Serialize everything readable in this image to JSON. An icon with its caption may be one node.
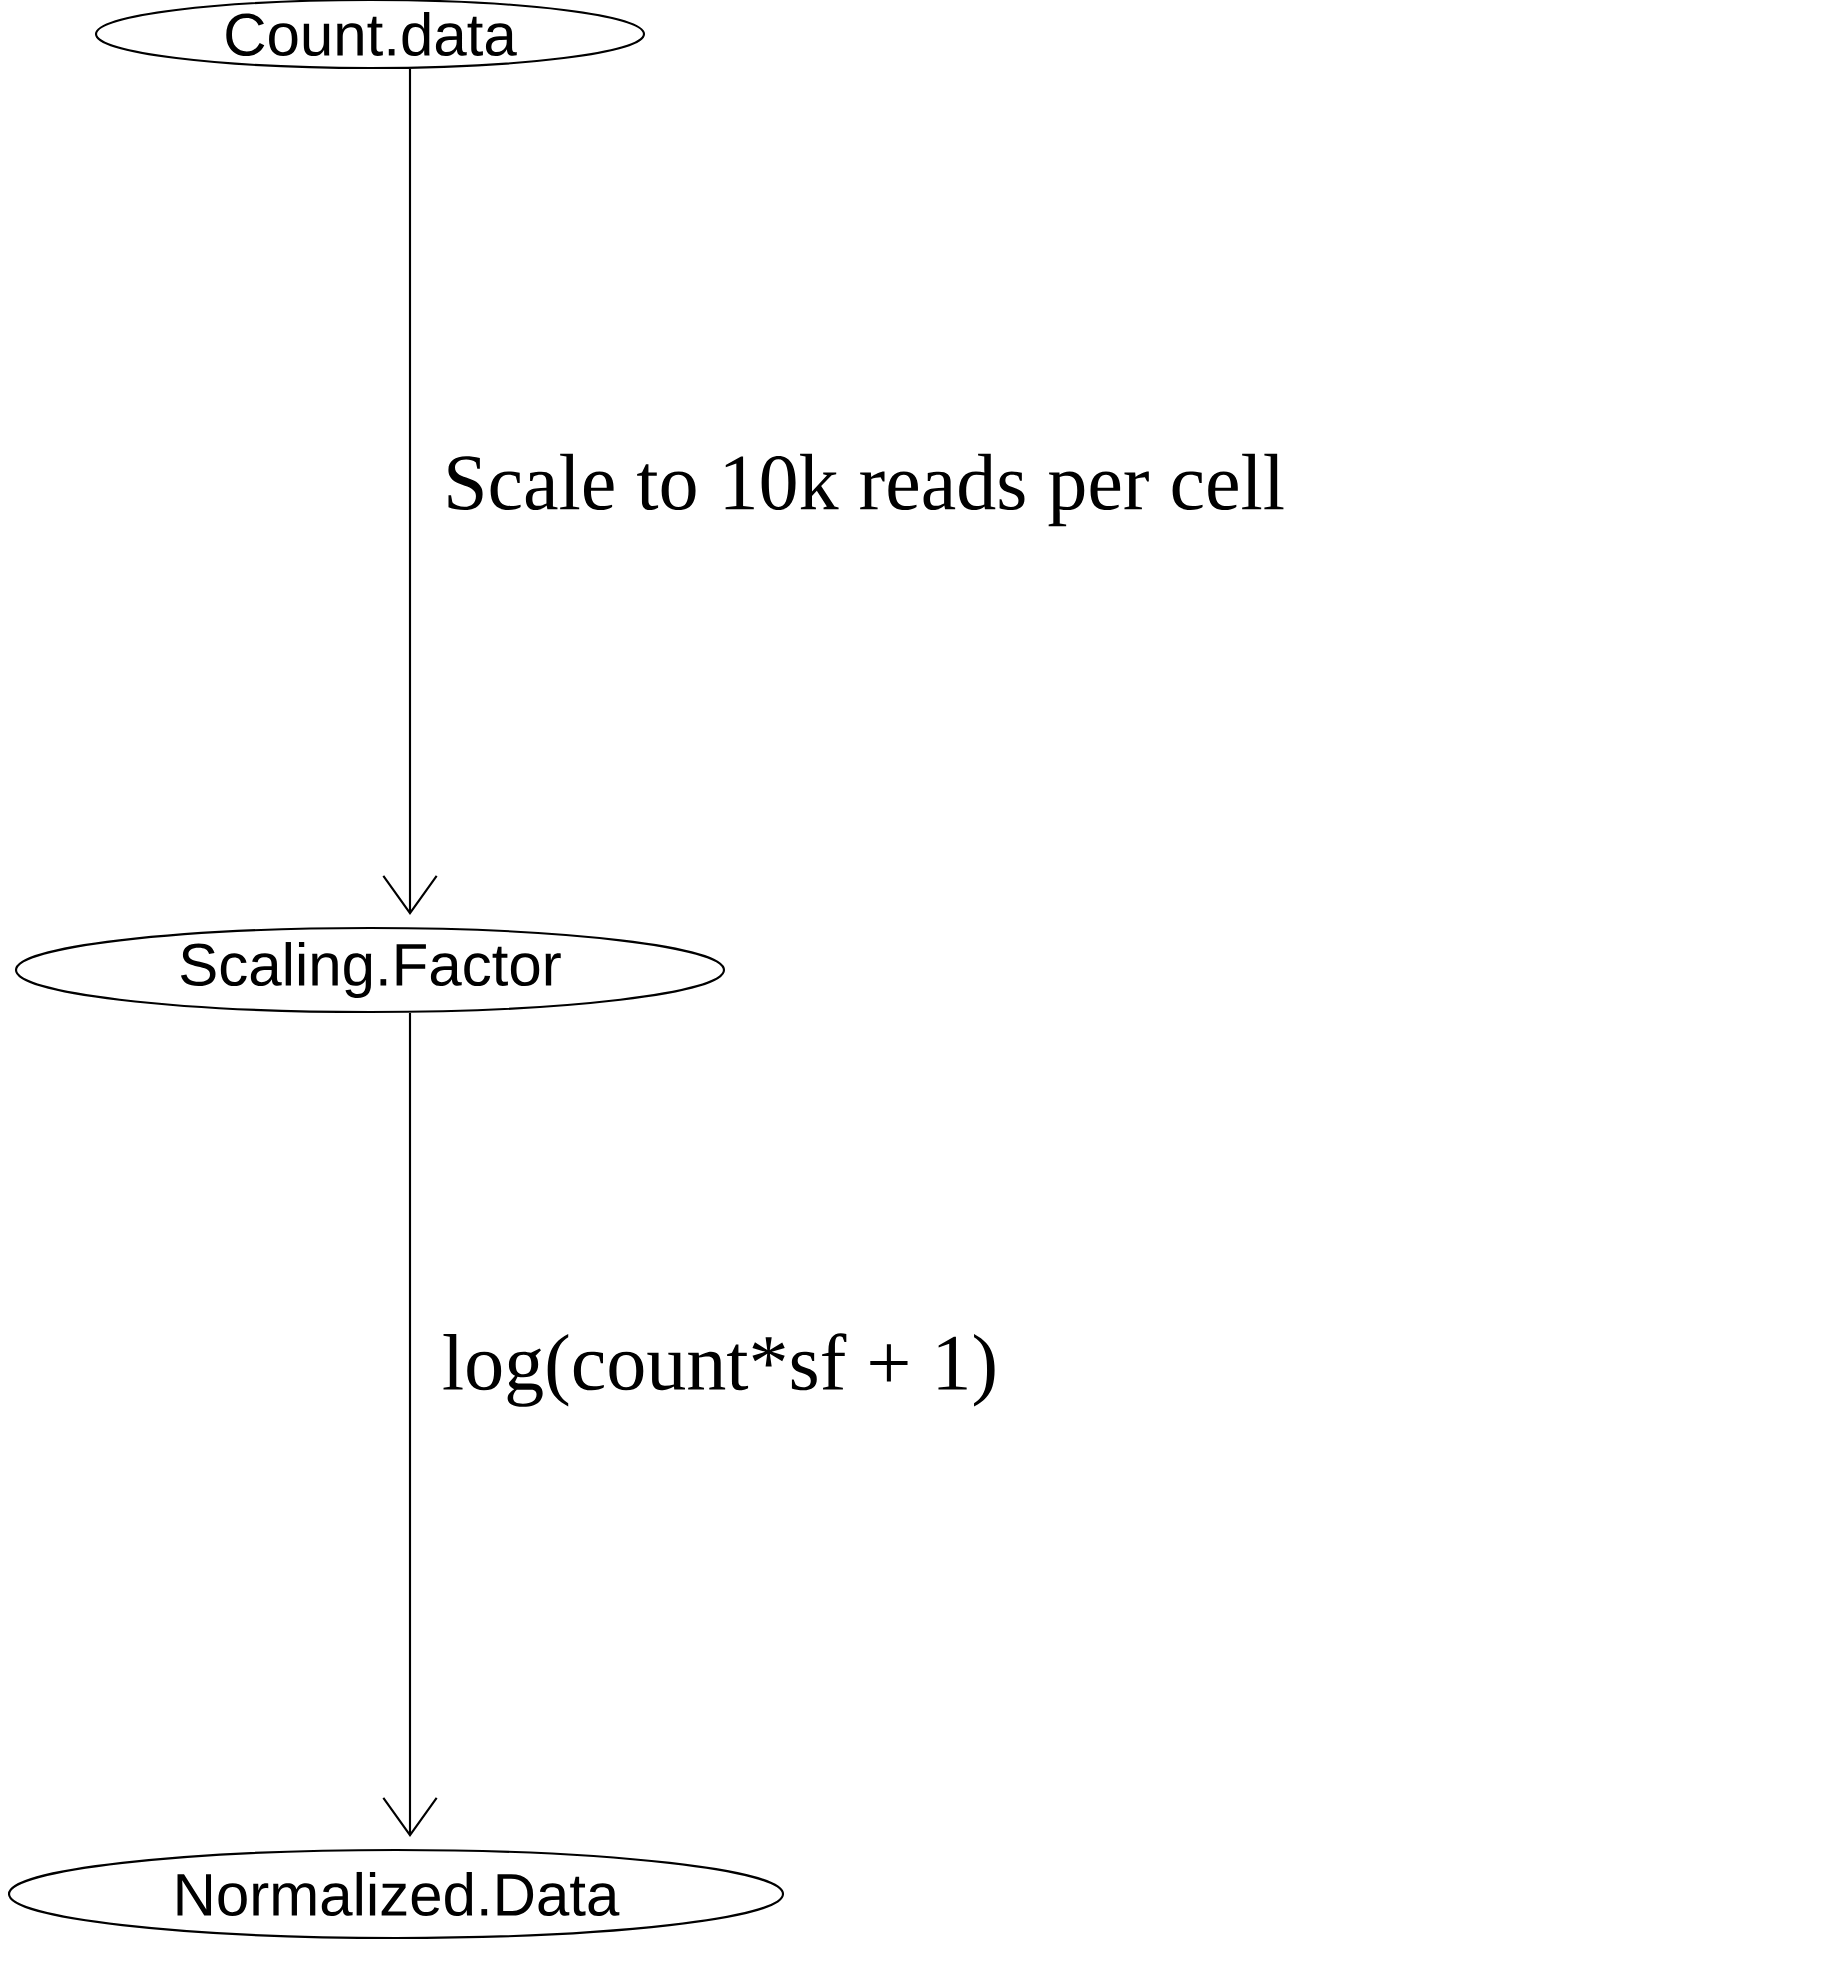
{
  "diagram": {
    "nodes": [
      {
        "text": [
          "Count.data"
        ]
      },
      {
        "text": [
          "Scaling.Factor"
        ]
      },
      {
        "text": [
          "Normalized.Data"
        ]
      }
    ],
    "edges": [
      {
        "from": 0,
        "to": 1,
        "arrow": "to",
        "label": "Scale to 10k reads per cell"
      },
      {
        "from": 1,
        "to": 2,
        "arrow": "to",
        "label": "log(count*sf + 1)"
      }
    ]
  }
}
